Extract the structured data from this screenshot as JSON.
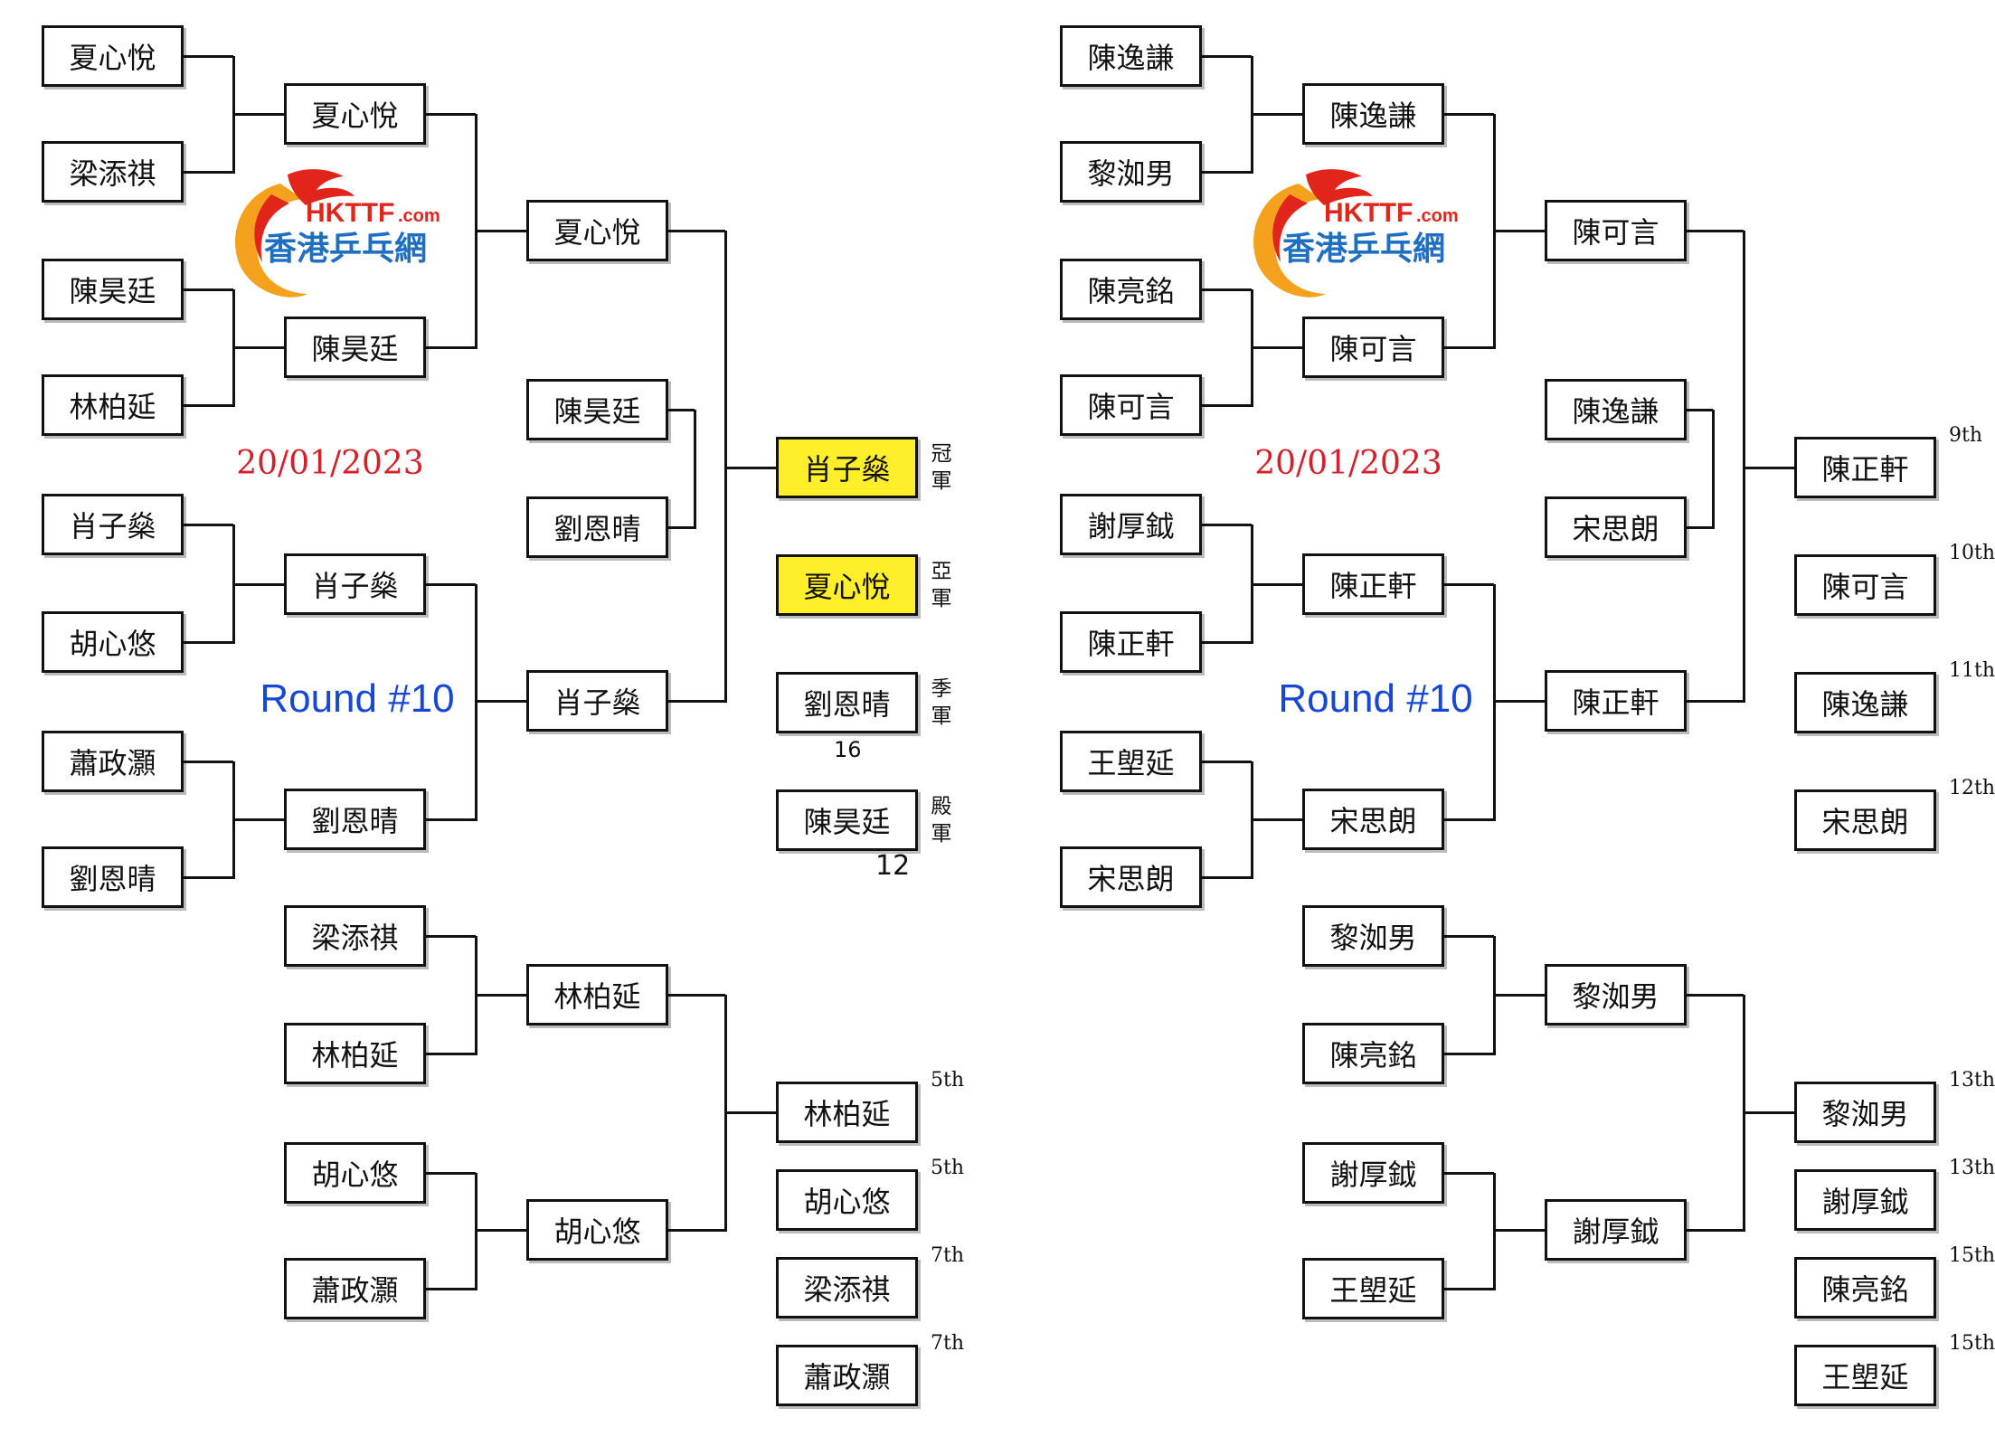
{
  "colors": {
    "highlight": "#ffee2a",
    "date": "#d5202c",
    "round": "#1747d6",
    "logo_red": "#e1251b",
    "logo_blue": "#1e6fc2",
    "logo_orange": "#f4a21d"
  },
  "left": {
    "date": "20/01/2023",
    "round_label": "Round #10",
    "logo": {
      "brand": "HKTTF",
      "suffix": ".com",
      "cn": "香港乒乓網"
    },
    "r1": [
      "夏心悅",
      "梁添祺",
      "陳昊廷",
      "林柏延",
      "肖子燊",
      "胡心悠",
      "蕭政灝",
      "劉恩晴"
    ],
    "r2": [
      "夏心悅",
      "陳昊廷",
      "肖子燊",
      "劉恩晴"
    ],
    "r3": [
      "夏心悅",
      "肖子燊"
    ],
    "third": [
      "陳昊廷",
      "劉恩晴"
    ],
    "final": [
      {
        "name": "肖子燊",
        "title": "冠軍"
      },
      {
        "name": "夏心悅",
        "title": "亞軍"
      },
      {
        "name": "劉恩晴",
        "title": "季軍"
      },
      {
        "name": "陳昊廷",
        "title": "殿軍"
      }
    ],
    "scores": [
      "16",
      "12"
    ],
    "cons_r1": [
      "梁添祺",
      "林柏延",
      "胡心悠",
      "蕭政灝"
    ],
    "cons_r2": [
      "林柏延",
      "胡心悠"
    ],
    "cons_final": [
      {
        "name": "林柏延",
        "rank": "5th"
      },
      {
        "name": "胡心悠",
        "rank": "5th"
      },
      {
        "name": "梁添祺",
        "rank": "7th"
      },
      {
        "name": "蕭政灝",
        "rank": "7th"
      }
    ]
  },
  "right": {
    "date": "20/01/2023",
    "round_label": "Round #10",
    "logo": {
      "brand": "HKTTF",
      "suffix": ".com",
      "cn": "香港乒乓網"
    },
    "r1": [
      "陳逸謙",
      "黎洳男",
      "陳亮銘",
      "陳可言",
      "謝厚鉞",
      "陳正軒",
      "王塱延",
      "宋思朗"
    ],
    "r2": [
      "陳逸謙",
      "陳可言",
      "陳正軒",
      "宋思朗"
    ],
    "r3": [
      "陳可言",
      "陳正軒"
    ],
    "third": [
      "陳逸謙",
      "宋思朗"
    ],
    "final": [
      {
        "name": "陳正軒",
        "rank": "9th"
      },
      {
        "name": "陳可言",
        "rank": "10th"
      },
      {
        "name": "陳逸謙",
        "rank": "11th"
      },
      {
        "name": "宋思朗",
        "rank": "12th"
      }
    ],
    "cons_r1": [
      "黎洳男",
      "陳亮銘",
      "謝厚鉞",
      "王塱延"
    ],
    "cons_r2": [
      "黎洳男",
      "謝厚鉞"
    ],
    "cons_final": [
      {
        "name": "黎洳男",
        "rank": "13th"
      },
      {
        "name": "謝厚鉞",
        "rank": "13th"
      },
      {
        "name": "陳亮銘",
        "rank": "15th"
      },
      {
        "name": "王塱延",
        "rank": "15th"
      }
    ]
  }
}
